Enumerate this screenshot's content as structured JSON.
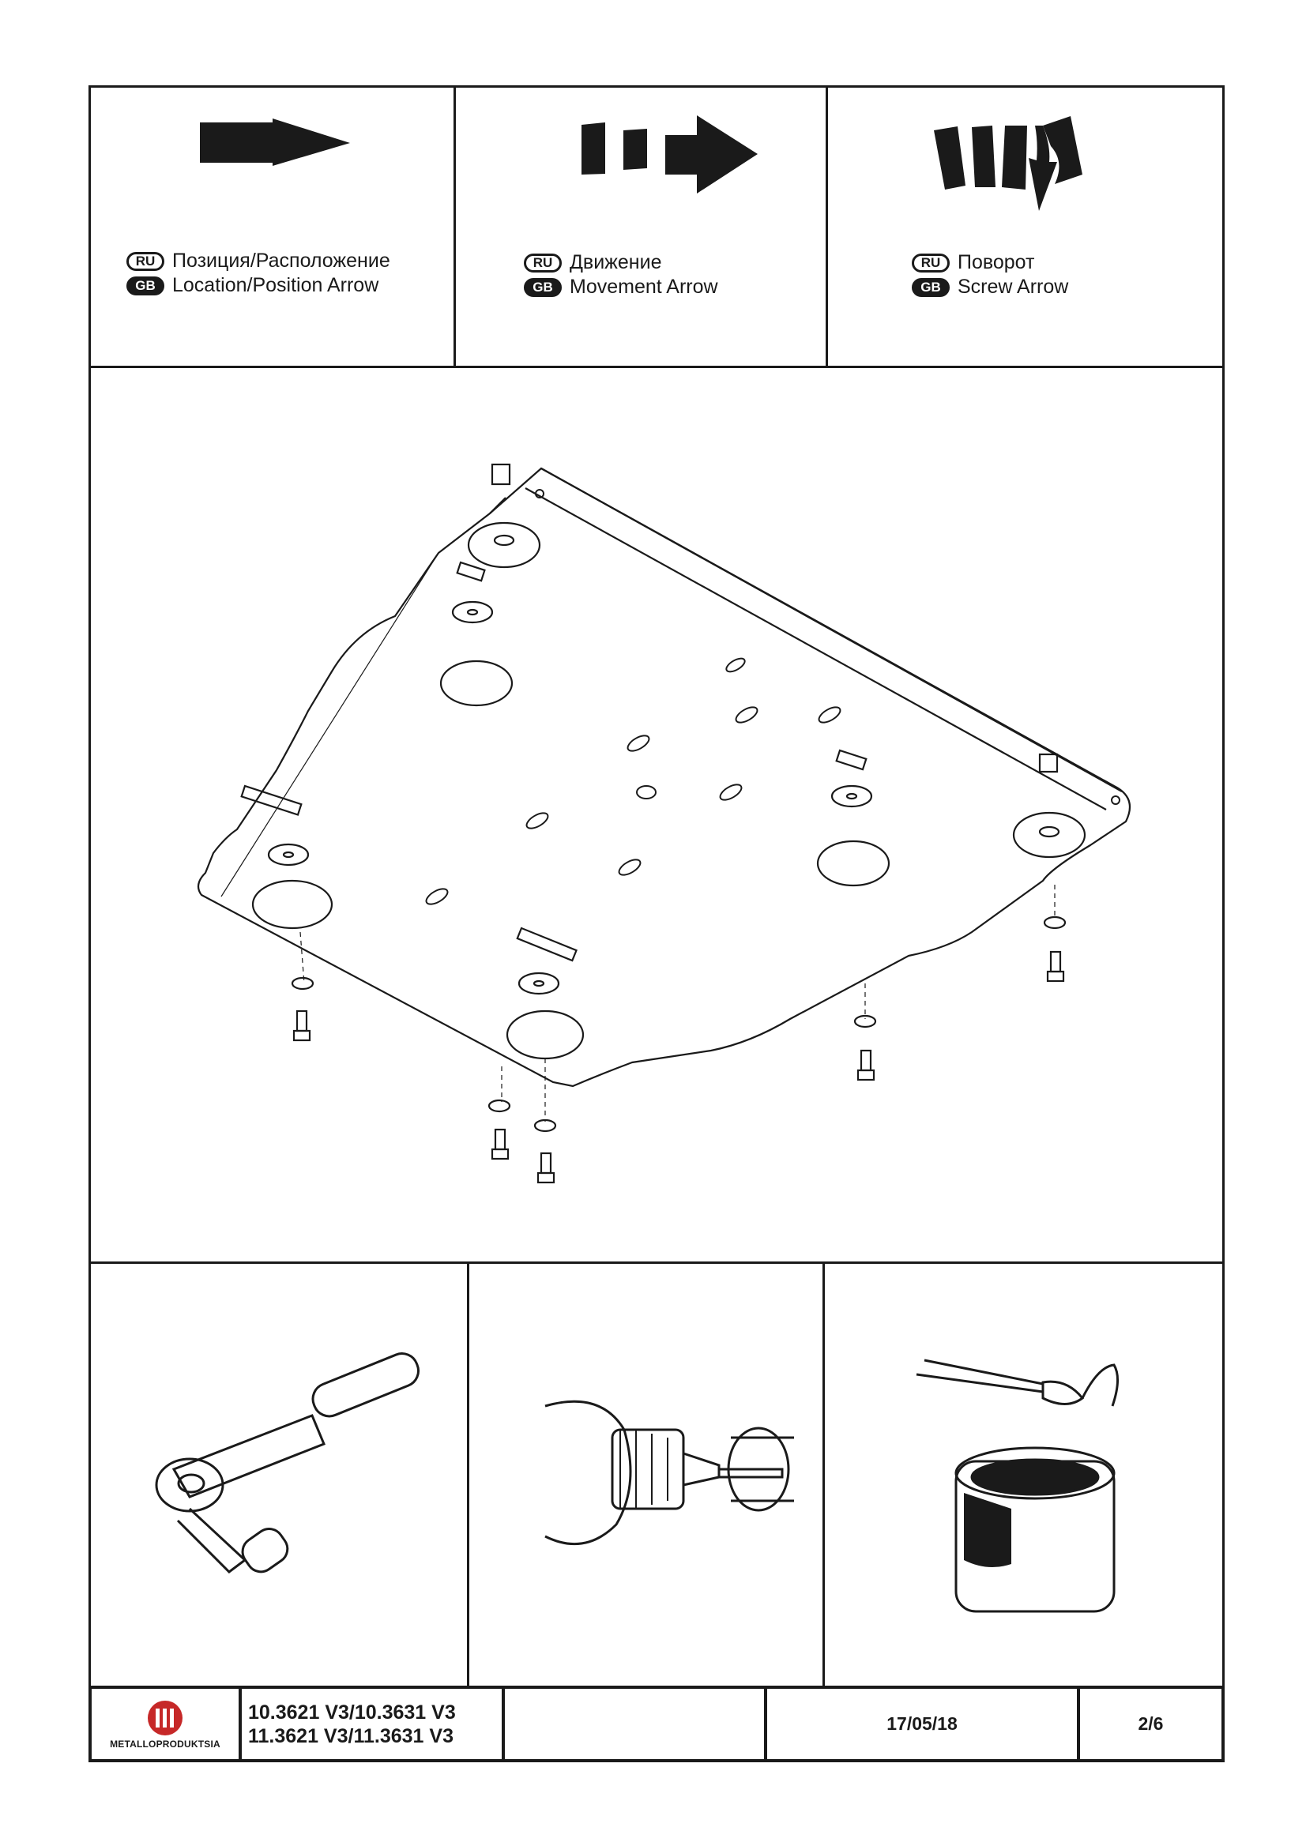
{
  "legend": [
    {
      "ru_badge": "RU",
      "gb_badge": "GB",
      "ru_text": "Позиция/Расположение",
      "gb_text": "Location/Position Arrow",
      "icon": "location-arrow-icon"
    },
    {
      "ru_badge": "RU",
      "gb_badge": "GB",
      "ru_text": "Движение",
      "gb_text": "Movement Arrow",
      "icon": "movement-arrow-icon"
    },
    {
      "ru_badge": "RU",
      "gb_badge": "GB",
      "ru_text": "Поворот",
      "gb_text": "Screw Arrow",
      "icon": "screw-arrow-icon"
    }
  ],
  "diagram": {
    "icon": "skid-plate-assembly-drawing"
  },
  "tools": [
    {
      "icon": "ratchet-wrench-icon"
    },
    {
      "icon": "hole-saw-drill-icon"
    },
    {
      "icon": "paint-brush-and-can-icon"
    }
  ],
  "footer": {
    "logo_text": "METALLOPRODUKTSIA",
    "code_line1": "10.3621 V3/10.3631 V3",
    "code_line2": "11.3621 V3/11.3631 V3",
    "blank": "",
    "date": "17/05/18",
    "page": "2/6"
  }
}
